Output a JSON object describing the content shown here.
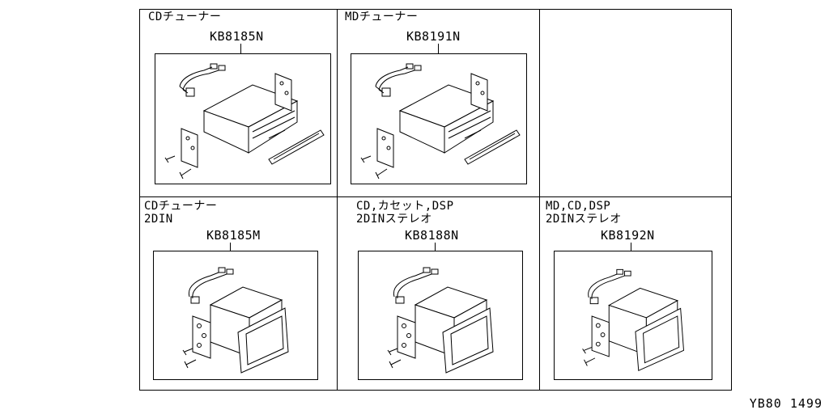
{
  "panels": [
    {
      "title_lines": [
        "CDチューナー"
      ],
      "part_code": "KB8185N",
      "style": "1din"
    },
    {
      "title_lines": [
        "MDチューナー"
      ],
      "part_code": "KB8191N",
      "style": "1din"
    },
    {
      "title_lines": [
        "CDチューナー",
        "2DIN"
      ],
      "part_code": "KB8185M",
      "style": "2din"
    },
    {
      "title_lines": [
        "CD,カセット,DSP",
        "2DINステレオ"
      ],
      "part_code": "KB8188N",
      "style": "2din"
    },
    {
      "title_lines": [
        "MD,CD,DSP",
        "2DINステレオ"
      ],
      "part_code": "KB8192N",
      "style": "2din"
    }
  ],
  "footer": {
    "code": "YB80 1499"
  }
}
